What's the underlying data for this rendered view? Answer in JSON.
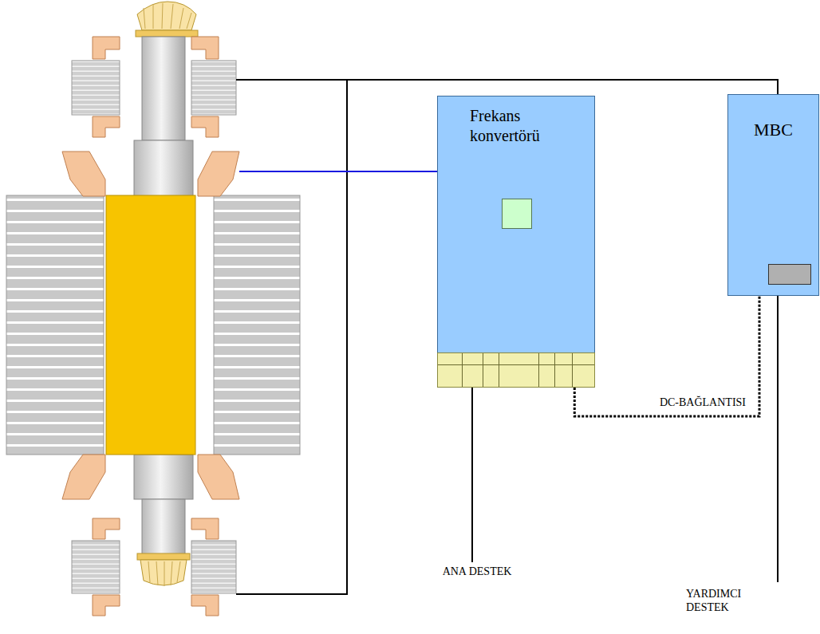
{
  "diagram": {
    "nodes": [
      {
        "text": [
          "Frekans konvertörü"
        ]
      },
      {
        "text": [
          "MBC"
        ]
      }
    ],
    "edges": [
      {
        "from": 0,
        "to": 1,
        "arrow": "none",
        "label": "DC-BAĞLANTISI"
      }
    ],
    "labels": [
      "ANA DESTEK",
      "YARDIMCI DESTEK"
    ]
  }
}
